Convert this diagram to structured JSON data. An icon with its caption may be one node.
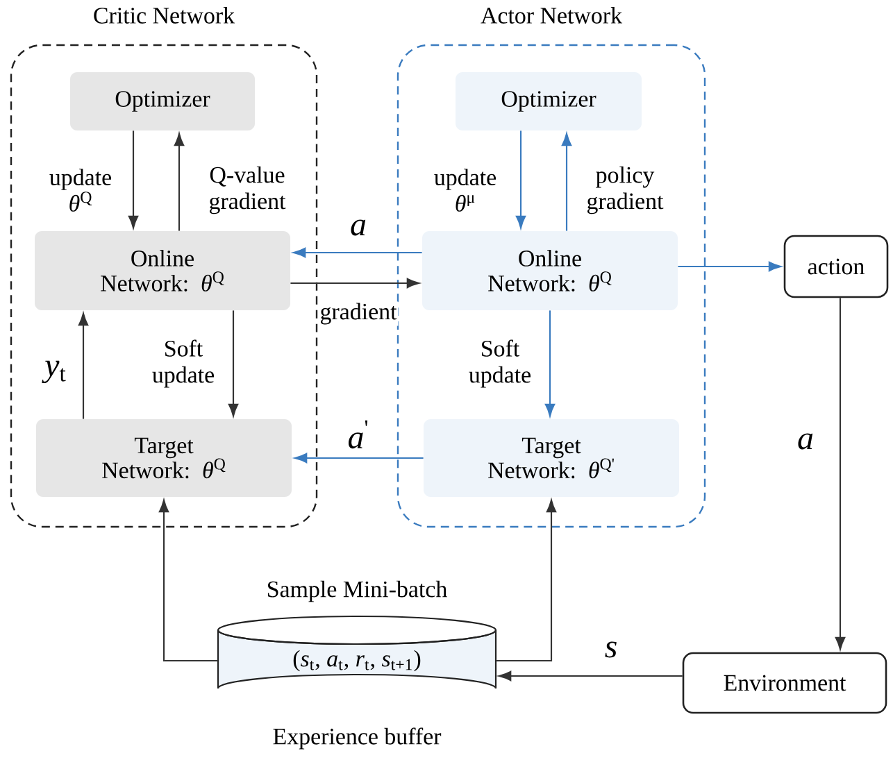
{
  "diagram": {
    "nodes": [
      {
        "text": [
          "Critic Network"
        ]
      },
      {
        "text": [
          "Optimizer"
        ],
        "in": 0
      },
      {
        "text": [
          "Online Network: *θ*$^{Q}$"
        ],
        "in": 0
      },
      {
        "text": [
          "Target Network: *θ*$^{Q}$"
        ],
        "in": 0
      },
      {
        "text": [
          "Actor Network"
        ]
      },
      {
        "text": [
          "Optimizer"
        ],
        "in": 4
      },
      {
        "text": [
          "Online Network: *θ*$^{Q}$"
        ],
        "in": 4
      },
      {
        "text": [
          "Target Network: *θ*$^{Q'}$"
        ],
        "in": 4
      },
      {
        "text": [
          "action"
        ]
      },
      {
        "text": [
          "Environment"
        ]
      },
      {
        "text": [
          "(*s*$_{t}$, *a*$_{t}$, *r*$_{t}$, *s*$_{t+1}$)"
        ],
        "beside": [
          "Sample Mini-batch",
          "Experience buffer"
        ]
      }
    ],
    "edges": [
      {
        "from": 1,
        "to": 2,
        "arrow": "to",
        "label": "update *θ*$^{Q}$"
      },
      {
        "from": 2,
        "to": 1,
        "arrow": "to",
        "label": "Q-value gradient"
      },
      {
        "from": 2,
        "to": 3,
        "arrow": "to",
        "label": "Soft update"
      },
      {
        "from": 3,
        "to": 2,
        "arrow": "to",
        "label": "*y*$_{t}$"
      },
      {
        "from": 6,
        "to": 2,
        "arrow": "to",
        "label": "*a*",
        "color": "#3a7bbf"
      },
      {
        "from": 2,
        "to": 6,
        "arrow": "to",
        "label": "gradient"
      },
      {
        "from": 5,
        "to": 6,
        "arrow": "to",
        "label": "update *θ*$^{μ}$",
        "color": "#3a7bbf"
      },
      {
        "from": 6,
        "to": 5,
        "arrow": "to",
        "label": "policy gradient",
        "color": "#3a7bbf"
      },
      {
        "from": 6,
        "to": 7,
        "arrow": "to",
        "label": "Soft update",
        "color": "#3a7bbf"
      },
      {
        "from": 7,
        "to": 3,
        "arrow": "to",
        "label": "*a*$^{'}$",
        "color": "#3a7bbf"
      },
      {
        "from": 6,
        "to": 8,
        "arrow": "to",
        "color": "#3a7bbf"
      },
      {
        "from": 8,
        "to": 9,
        "arrow": "to",
        "label": "*a*"
      },
      {
        "from": 9,
        "to": 10,
        "arrow": "to",
        "label": "*s*"
      },
      {
        "from": 10,
        "to": 3,
        "arrow": "to"
      },
      {
        "from": 10,
        "to": 7,
        "arrow": "to"
      }
    ]
  }
}
